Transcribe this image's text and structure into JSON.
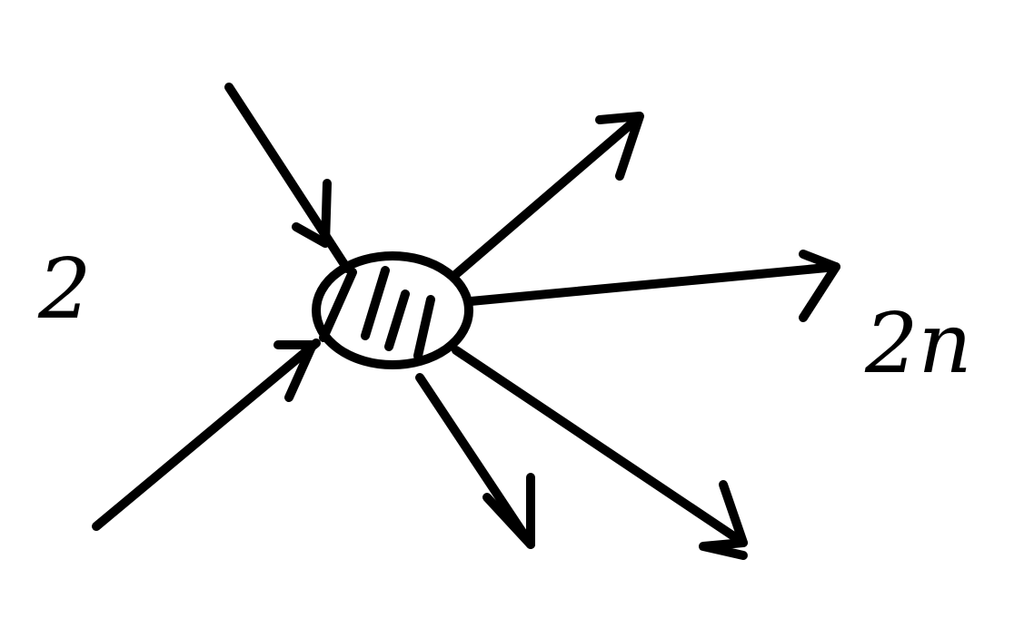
{
  "diagram": {
    "type": "scattering-vertex",
    "incoming_label": "2",
    "outgoing_label": "2n",
    "incoming_particles": 2,
    "outgoing_particles": 4,
    "vertex": "hatched blob"
  },
  "colors": {
    "ink": "#000000",
    "background": "#ffffff"
  }
}
